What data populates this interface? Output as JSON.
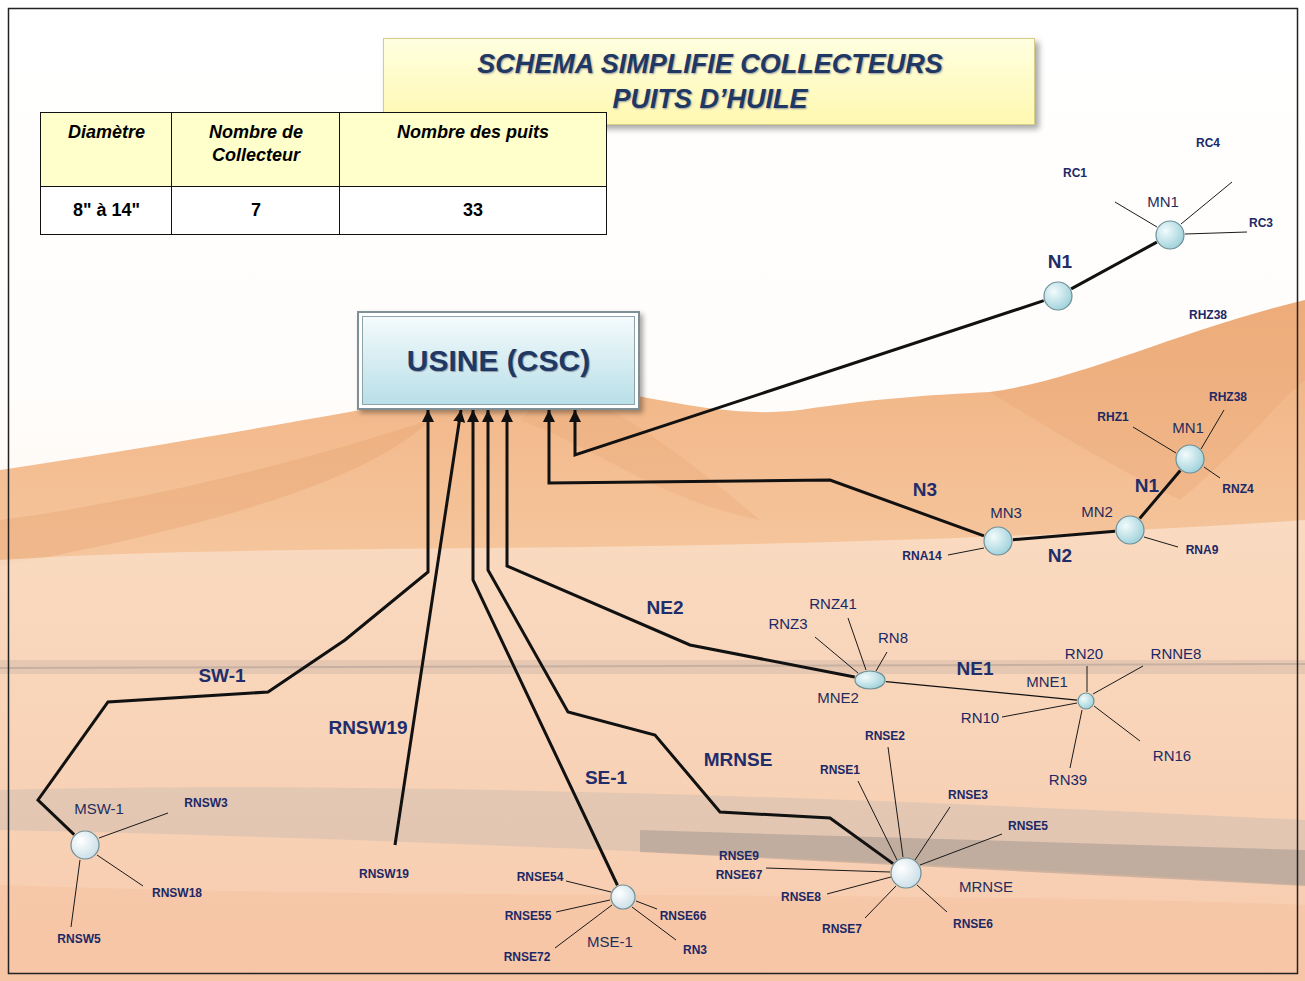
{
  "diagram": {
    "title": "SCHEMA SIMPLIFIE COLLECTEURS PUITS D’HUILE",
    "nodes": [
      {
        "text": [
          "MN1"
        ]
      },
      {
        "text": [
          "N1"
        ]
      },
      {
        "text": [
          "USINE (CSC)"
        ]
      },
      {
        "text": [
          "MN1"
        ]
      },
      {
        "text": [
          "MN2"
        ]
      },
      {
        "text": [
          "MN3"
        ]
      },
      {
        "text": [
          "MNE2"
        ]
      },
      {
        "text": [
          "MNE1"
        ]
      },
      {
        "text": [
          "MRNSE"
        ]
      },
      {
        "text": [
          "MSW-1"
        ]
      },
      {
        "text": [
          "MSE-1"
        ]
      }
    ],
    "edges": [
      {
        "from": 1,
        "to": 2,
        "arrow": "to"
      },
      {
        "from": 0,
        "to": 1,
        "arrow": "none"
      },
      {
        "from": 3,
        "to": 4,
        "label": "N1",
        "arrow": "none"
      },
      {
        "from": 4,
        "to": 5,
        "label": "N2",
        "arrow": "none"
      },
      {
        "from": 5,
        "to": 2,
        "label": "N3",
        "arrow": "to"
      },
      {
        "from": 7,
        "to": 6,
        "label": "NE1",
        "arrow": "none"
      },
      {
        "from": 6,
        "to": 2,
        "label": "NE2",
        "arrow": "to"
      },
      {
        "from": 8,
        "to": 2,
        "label": "MRNSE",
        "arrow": "to"
      },
      {
        "from": 10,
        "to": 2,
        "label": "SE-1",
        "arrow": "to"
      },
      {
        "from": 9,
        "to": 2,
        "label": "SW-1",
        "arrow": "to"
      }
    ],
    "labels": [
      "Diamètre",
      "Nombre de Collecteur",
      "Nombre des puits",
      "8\" à 14\"",
      "7",
      "33",
      "RC4",
      "RC1",
      "RC3",
      "RHZ38",
      "RHZ38",
      "RHZ1",
      "RNZ4",
      "RNA9",
      "RNA14",
      "RNZ41",
      "RNZ3",
      "RN8",
      "RN20",
      "RNNE8",
      "RN10",
      "RN16",
      "RN39",
      "RNSW19",
      "RNSE2",
      "RNSE1",
      "RNSE3",
      "RNSE5",
      "RNSE9",
      "RNSE67",
      "RNSE8",
      "RNSE7",
      "RNSE6",
      "RNSW3",
      "RNSW18",
      "RNSW5",
      "RNSW19",
      "RNSE54",
      "RNSE55",
      "RNSE72",
      "RNSE66",
      "RN3"
    ]
  }
}
